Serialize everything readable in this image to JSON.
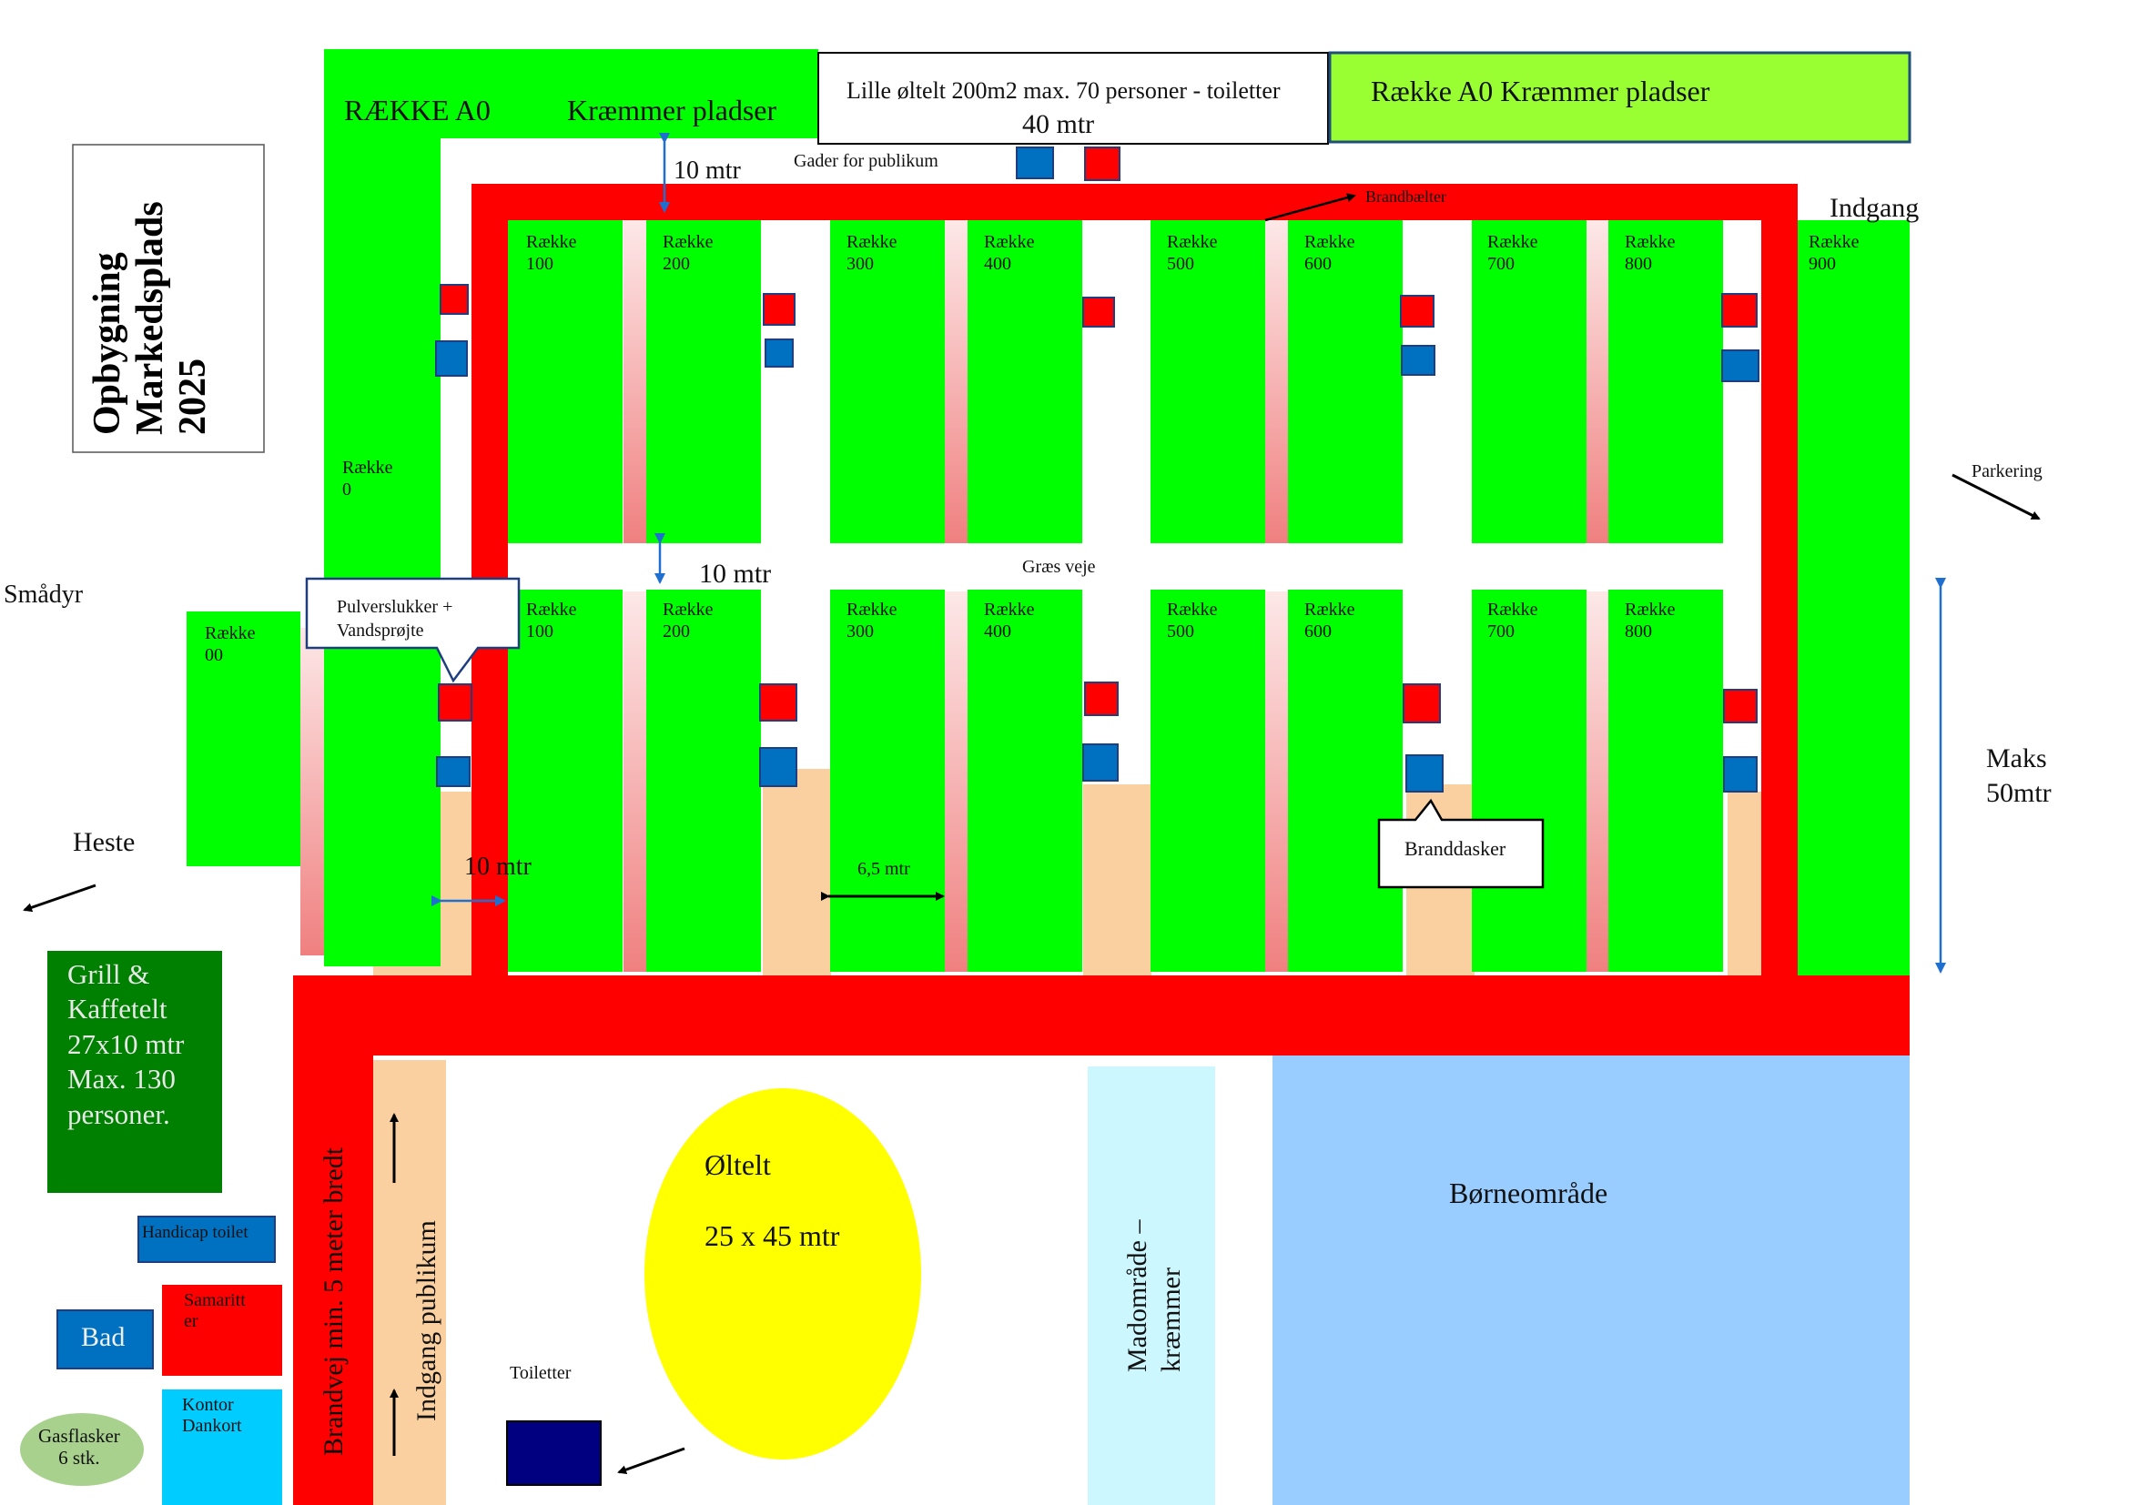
{
  "title": {
    "line1": "Opbygning",
    "line2": "Markedsplads",
    "line3": "2025"
  },
  "top_bar": {
    "raekke_a0": "RÆKKE A0",
    "kraemmer_pladser": "Kræmmer pladser",
    "lille_oltelt": "Lille øltelt 200m2 max. 70 personer - toiletter",
    "forty_mtr": "40 mtr",
    "a0_kraemmer": "Række A0 Kræmmer pladser"
  },
  "rows": {
    "top": [
      {
        "label": "Række\n100"
      },
      {
        "label": "Række\n200"
      },
      {
        "label": "Række\n300"
      },
      {
        "label": "Række\n400"
      },
      {
        "label": "Række\n500"
      },
      {
        "label": "Række\n600"
      },
      {
        "label": "Række\n700"
      },
      {
        "label": "Række\n800"
      },
      {
        "label": "Række\n900"
      }
    ],
    "bottom": [
      {
        "label": "Række\n100"
      },
      {
        "label": "Række\n200"
      },
      {
        "label": "Række\n300"
      },
      {
        "label": "Række\n400"
      },
      {
        "label": "Række\n500"
      },
      {
        "label": "Række\n600"
      },
      {
        "label": "Række\n700"
      },
      {
        "label": "Række\n800"
      }
    ],
    "raekke_0": "Række\n0",
    "raekke_00": "Række\n00"
  },
  "labels": {
    "ten_mtr_top": "10 mtr",
    "gader": "Gader for publikum",
    "brandbaelter": "Brandbælter",
    "indgang": "Indgang",
    "parkering": "Parkering",
    "ten_mtr_mid": "10 mtr",
    "graes_veje": "Græs veje",
    "smaadyr": "Smådyr",
    "pulverslukker": "Pulverslukker  +",
    "vandsproejte": "Vandsprøjte",
    "heste": "Heste",
    "ten_mtr_bottom": "10 mtr",
    "six_five_mtr": "6,5 mtr",
    "branddasker": "Branddasker",
    "maks": "Maks",
    "fifty_mtr": "50mtr",
    "grill": "Grill &\nKaffetelt\n27x10 mtr\nMax. 130\npersoner.",
    "handicap": "Handicap toilet",
    "bad": "Bad",
    "samaritter": "Samaritt\ner",
    "kontor": "Kontor\nDankort",
    "gasflasker": "Gasflasker\n6 stk.",
    "brandvej": "Brandvej min. 5 meter bredt",
    "indgang_publikum": "Indgang publikum",
    "toiletter": "Toiletter",
    "oltelt": "Øltelt",
    "oltelt_size": "25 x 45 mtr",
    "madomraade_1": "Madområde –",
    "madomraade_2": "kræmmer",
    "borneomraade": "Børneområde"
  },
  "colors": {
    "green": "#00ff00",
    "dark_green": "#008000",
    "red": "#ff0000",
    "blue": "#0070c0",
    "navy": "#000080",
    "peach": "#fbd0a0",
    "light_blue": "#99ccff",
    "cyan_light": "#ccf7ff",
    "cyan": "#00ccff",
    "yellow": "#ffff00",
    "lime": "#99ff33",
    "gas_green": "#a9d18e"
  }
}
